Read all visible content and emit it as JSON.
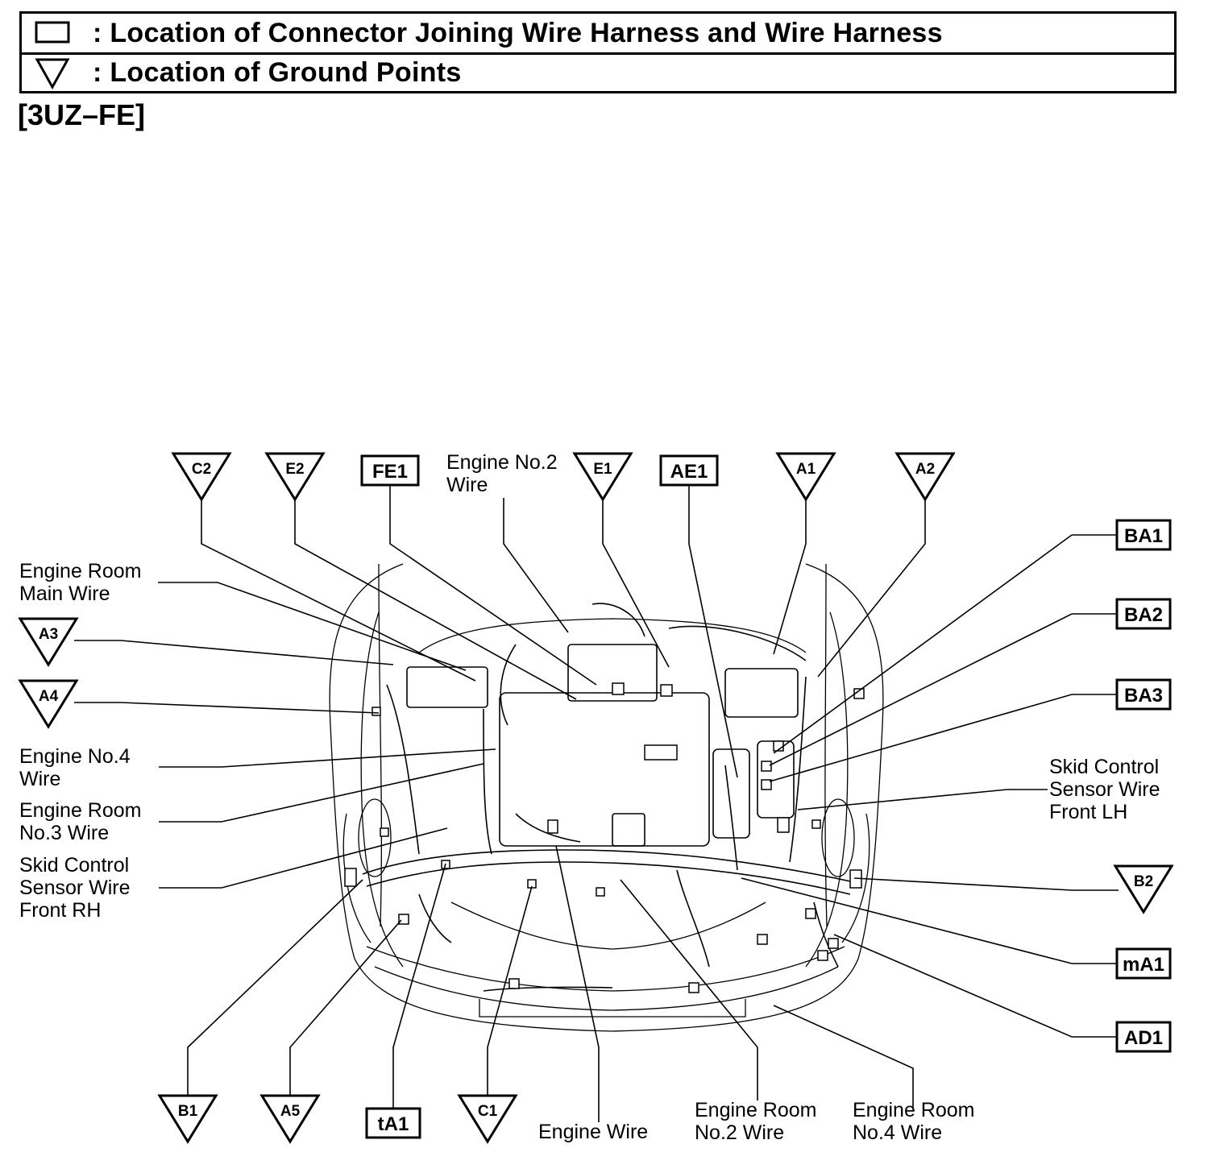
{
  "legend": {
    "connector_text": ": Location of Connector Joining Wire Harness and Wire Harness",
    "ground_text": ": Location of Ground Points"
  },
  "variant": "[3UZ–FE]",
  "icons": {
    "connector": "square-outline-icon",
    "ground": "down-triangle-outline-icon"
  },
  "ground_points": {
    "c2": "C2",
    "e2": "E2",
    "e1": "E1",
    "a1": "A1",
    "a2": "A2",
    "a3": "A3",
    "a4": "A4",
    "b2": "B2",
    "b1": "B1",
    "a5": "A5",
    "c1": "C1"
  },
  "connectors": {
    "fe1": "FE1",
    "ae1": "AE1",
    "ba1": "BA1",
    "ba2": "BA2",
    "ba3": "BA3",
    "ma1": "mA1",
    "ad1": "AD1",
    "ta1": "tA1"
  },
  "wire_labels": {
    "engine_no2_wire": [
      "Engine No.2",
      "Wire"
    ],
    "engine_room_main_wire": [
      "Engine Room",
      "Main Wire"
    ],
    "engine_no4_wire": [
      "Engine No.4",
      "Wire"
    ],
    "engine_room_no3_wire": [
      "Engine Room",
      "No.3 Wire"
    ],
    "skid_rh": [
      "Skid Control",
      "Sensor Wire",
      "Front RH"
    ],
    "skid_lh": [
      "Skid Control",
      "Sensor Wire",
      "Front LH"
    ],
    "engine_wire": [
      "Engine Wire"
    ],
    "engine_room_no2_wire": [
      "Engine Room",
      "No.2 Wire"
    ],
    "engine_room_no4_wire": [
      "Engine Room",
      "No.4 Wire"
    ]
  }
}
